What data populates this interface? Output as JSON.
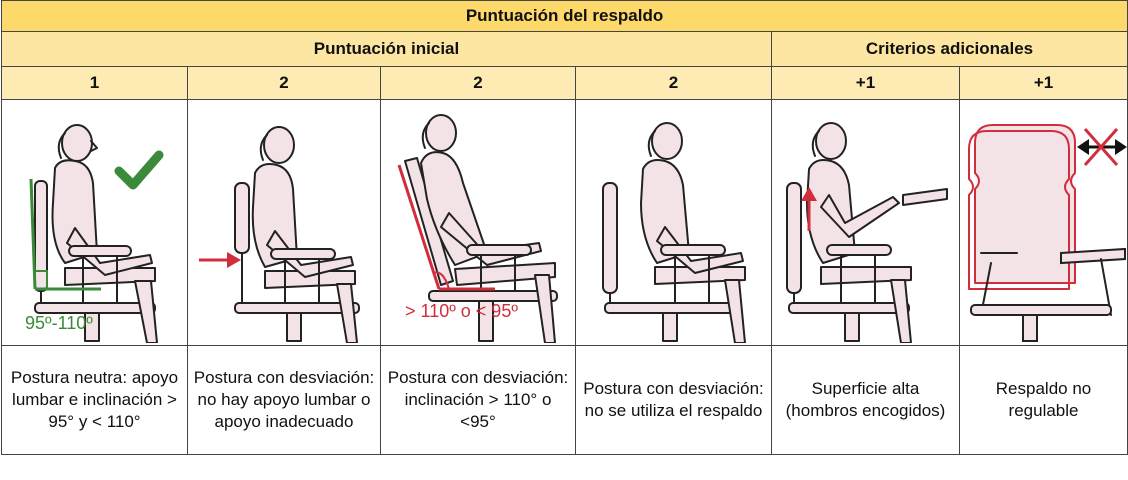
{
  "table": {
    "title": "Puntuación del respaldo",
    "groups": [
      "Puntuación inicial",
      "Criterios adicionales"
    ],
    "scores": [
      "1",
      "2",
      "2",
      "2",
      "+1",
      "+1"
    ],
    "annotations": {
      "neutral_angle": "95º-110º",
      "recline_angle": "> 110º o < 95º"
    },
    "descriptions": [
      "Postura neutra: apoyo lumbar e inclinación > 95° y < 110°",
      "Postura con desviación: no hay apoyo lumbar o apoyo inadecuado",
      "Postura con desviación: inclinación > 110° o <95°",
      "Postura con desviación: no se utiliza el respaldo",
      "Superficie alta (hombros encogidos)",
      "Respaldo no regulable"
    ]
  },
  "colors": {
    "title_bg": "#fdd86a",
    "group_bg": "#fde6a2",
    "score_bg": "#fdebb3",
    "ok_green": "#3a8a3a",
    "alert_red": "#d22d3d",
    "figure_fill": "#f3e3e6"
  },
  "icons": [
    "check-icon",
    "arrow-right-icon",
    "arrow-up-icon",
    "double-arrow-icon",
    "cross-icon"
  ]
}
